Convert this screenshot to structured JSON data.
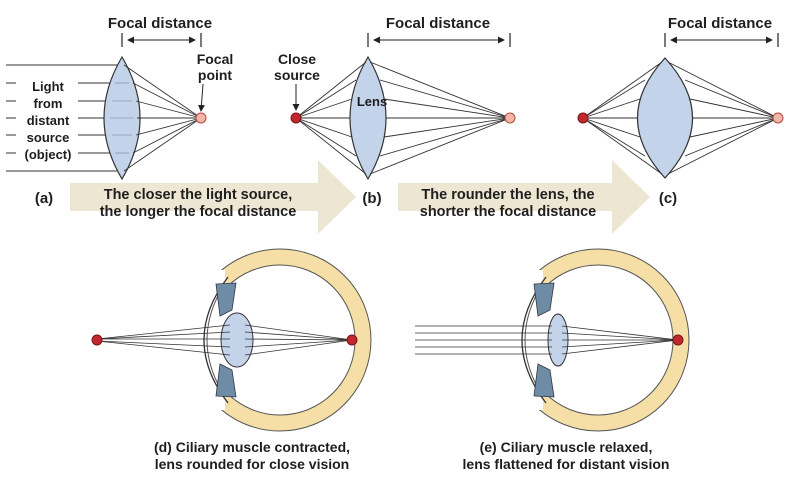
{
  "panels": {
    "a": {
      "focal_label": "Focal distance",
      "focal_point_label": [
        "Focal",
        "point"
      ],
      "light_label": [
        "Light",
        "from",
        "distant",
        "source",
        "(object)"
      ],
      "letter": "(a)"
    },
    "b": {
      "focal_label": "Focal distance",
      "close_source_label": [
        "Close",
        "source"
      ],
      "lens_label": "Lens",
      "letter": "(b)"
    },
    "c": {
      "focal_label": "Focal distance",
      "letter": "(c)"
    },
    "d": {
      "caption": [
        "(d) Ciliary muscle contracted,",
        "lens rounded for close vision"
      ]
    },
    "e": {
      "caption": [
        "(e) Ciliary muscle relaxed,",
        "lens flattened for distant vision"
      ]
    }
  },
  "arrows": {
    "first": [
      "The closer the light source,",
      "the longer the focal distance"
    ],
    "second": [
      "The rounder the lens, the",
      "shorter the focal distance"
    ]
  },
  "colors": {
    "lens_fill": "#c3d4ea",
    "eye_wall": "#f5dfa6",
    "muscle": "#6f8ca6",
    "source_red": "#c0282e",
    "focal_pink": "#f2b6a8",
    "arrow_band": "#ece6d2"
  }
}
